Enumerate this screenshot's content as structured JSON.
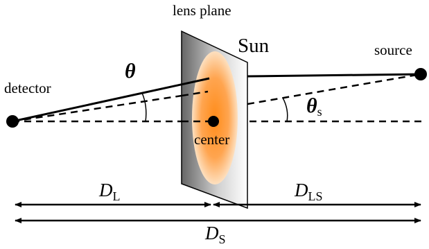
{
  "title": "lens plane",
  "labels": {
    "sun": "Sun",
    "source": "source",
    "detector": "detector",
    "center": "center"
  },
  "angles": {
    "theta": "θ",
    "theta_s": {
      "main": "θ",
      "sub": "s"
    }
  },
  "distances": {
    "d_l": {
      "main": "D",
      "sub": "L"
    },
    "d_ls": {
      "main": "D",
      "sub": "LS"
    },
    "d_s": {
      "main": "D",
      "sub": "S"
    }
  },
  "colors": {
    "sun_core": "#ff8c1a",
    "sun_edge": "#fde0c0",
    "plane_dark": "#666666",
    "plane_light": "#ffffff",
    "ink": "#000000"
  }
}
